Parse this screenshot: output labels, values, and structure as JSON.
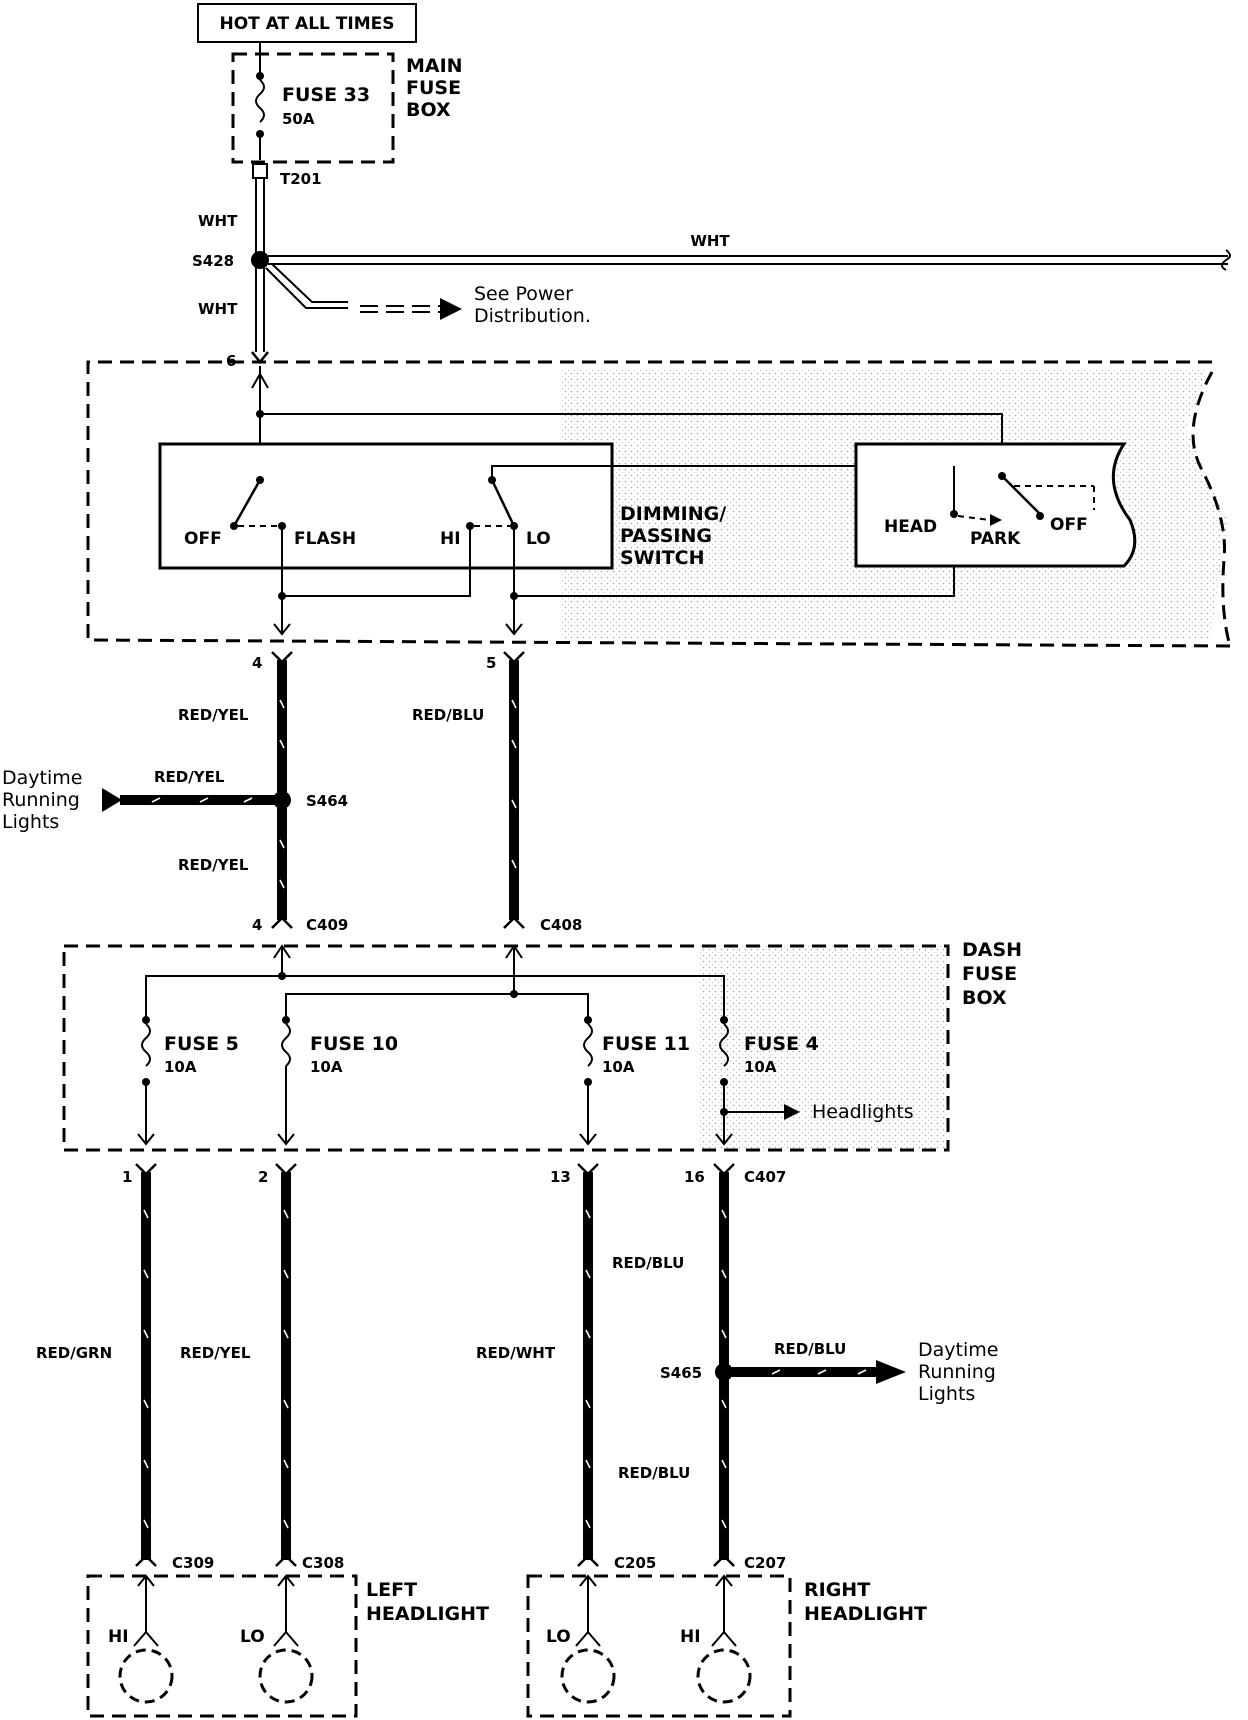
{
  "power": {
    "hot_label": "HOT AT ALL TIMES",
    "main_fuse_box": [
      "MAIN",
      "FUSE",
      "BOX"
    ],
    "fuse33": {
      "name": "FUSE 33",
      "rating": "50A"
    },
    "terminal": "T201",
    "wht_upper": "WHT",
    "wht_lower": "WHT",
    "wht_branch": "WHT",
    "splice": "S428",
    "see_power": [
      "See Power",
      "Distribution."
    ],
    "pin": "6"
  },
  "switch": {
    "dimming_label": [
      "DIMMING/",
      "PASSING",
      "SWITCH"
    ],
    "positions": {
      "off": "OFF",
      "flash": "FLASH",
      "hi": "HI",
      "lo": "LO"
    },
    "headlight_positions": {
      "head": "HEAD",
      "park": "PARK",
      "off": "OFF"
    }
  },
  "wires_mid": {
    "pin4": "4",
    "pin5": "5",
    "red_yel_upper": "RED/YEL",
    "red_blu": "RED/BLU",
    "red_yel_drl": "RED/YEL",
    "drl_left": [
      "Daytime",
      "Running",
      "Lights"
    ],
    "splice_s464": "S464",
    "red_yel_lower": "RED/YEL",
    "c409_pin": "4",
    "c409": "C409",
    "c408": "C408"
  },
  "dash_fuse_box": {
    "label": [
      "DASH",
      "FUSE",
      "BOX"
    ],
    "fuses": [
      {
        "name": "FUSE 5",
        "rating": "10A"
      },
      {
        "name": "FUSE 10",
        "rating": "10A"
      },
      {
        "name": "FUSE 11",
        "rating": "10A"
      },
      {
        "name": "FUSE 4",
        "rating": "10A"
      }
    ],
    "headlights_ref": "Headlights"
  },
  "wires_low": {
    "pins": [
      "1",
      "2",
      "13",
      "16"
    ],
    "c407": "C407",
    "red_grn": "RED/GRN",
    "red_yel": "RED/YEL",
    "red_wht": "RED/WHT",
    "red_blu_upper": "RED/BLU",
    "splice_s465": "S465",
    "red_blu_drl": "RED/BLU",
    "drl_right": [
      "Daytime",
      "Running",
      "Lights"
    ],
    "red_blu_lower": "RED/BLU"
  },
  "headlights": {
    "connectors": [
      "C309",
      "C308",
      "C205",
      "C207"
    ],
    "left_label": [
      "LEFT",
      "HEADLIGHT"
    ],
    "right_label": [
      "RIGHT",
      "HEADLIGHT"
    ],
    "left_hi": "HI",
    "left_lo": "LO",
    "right_lo": "LO",
    "right_hi": "HI"
  }
}
